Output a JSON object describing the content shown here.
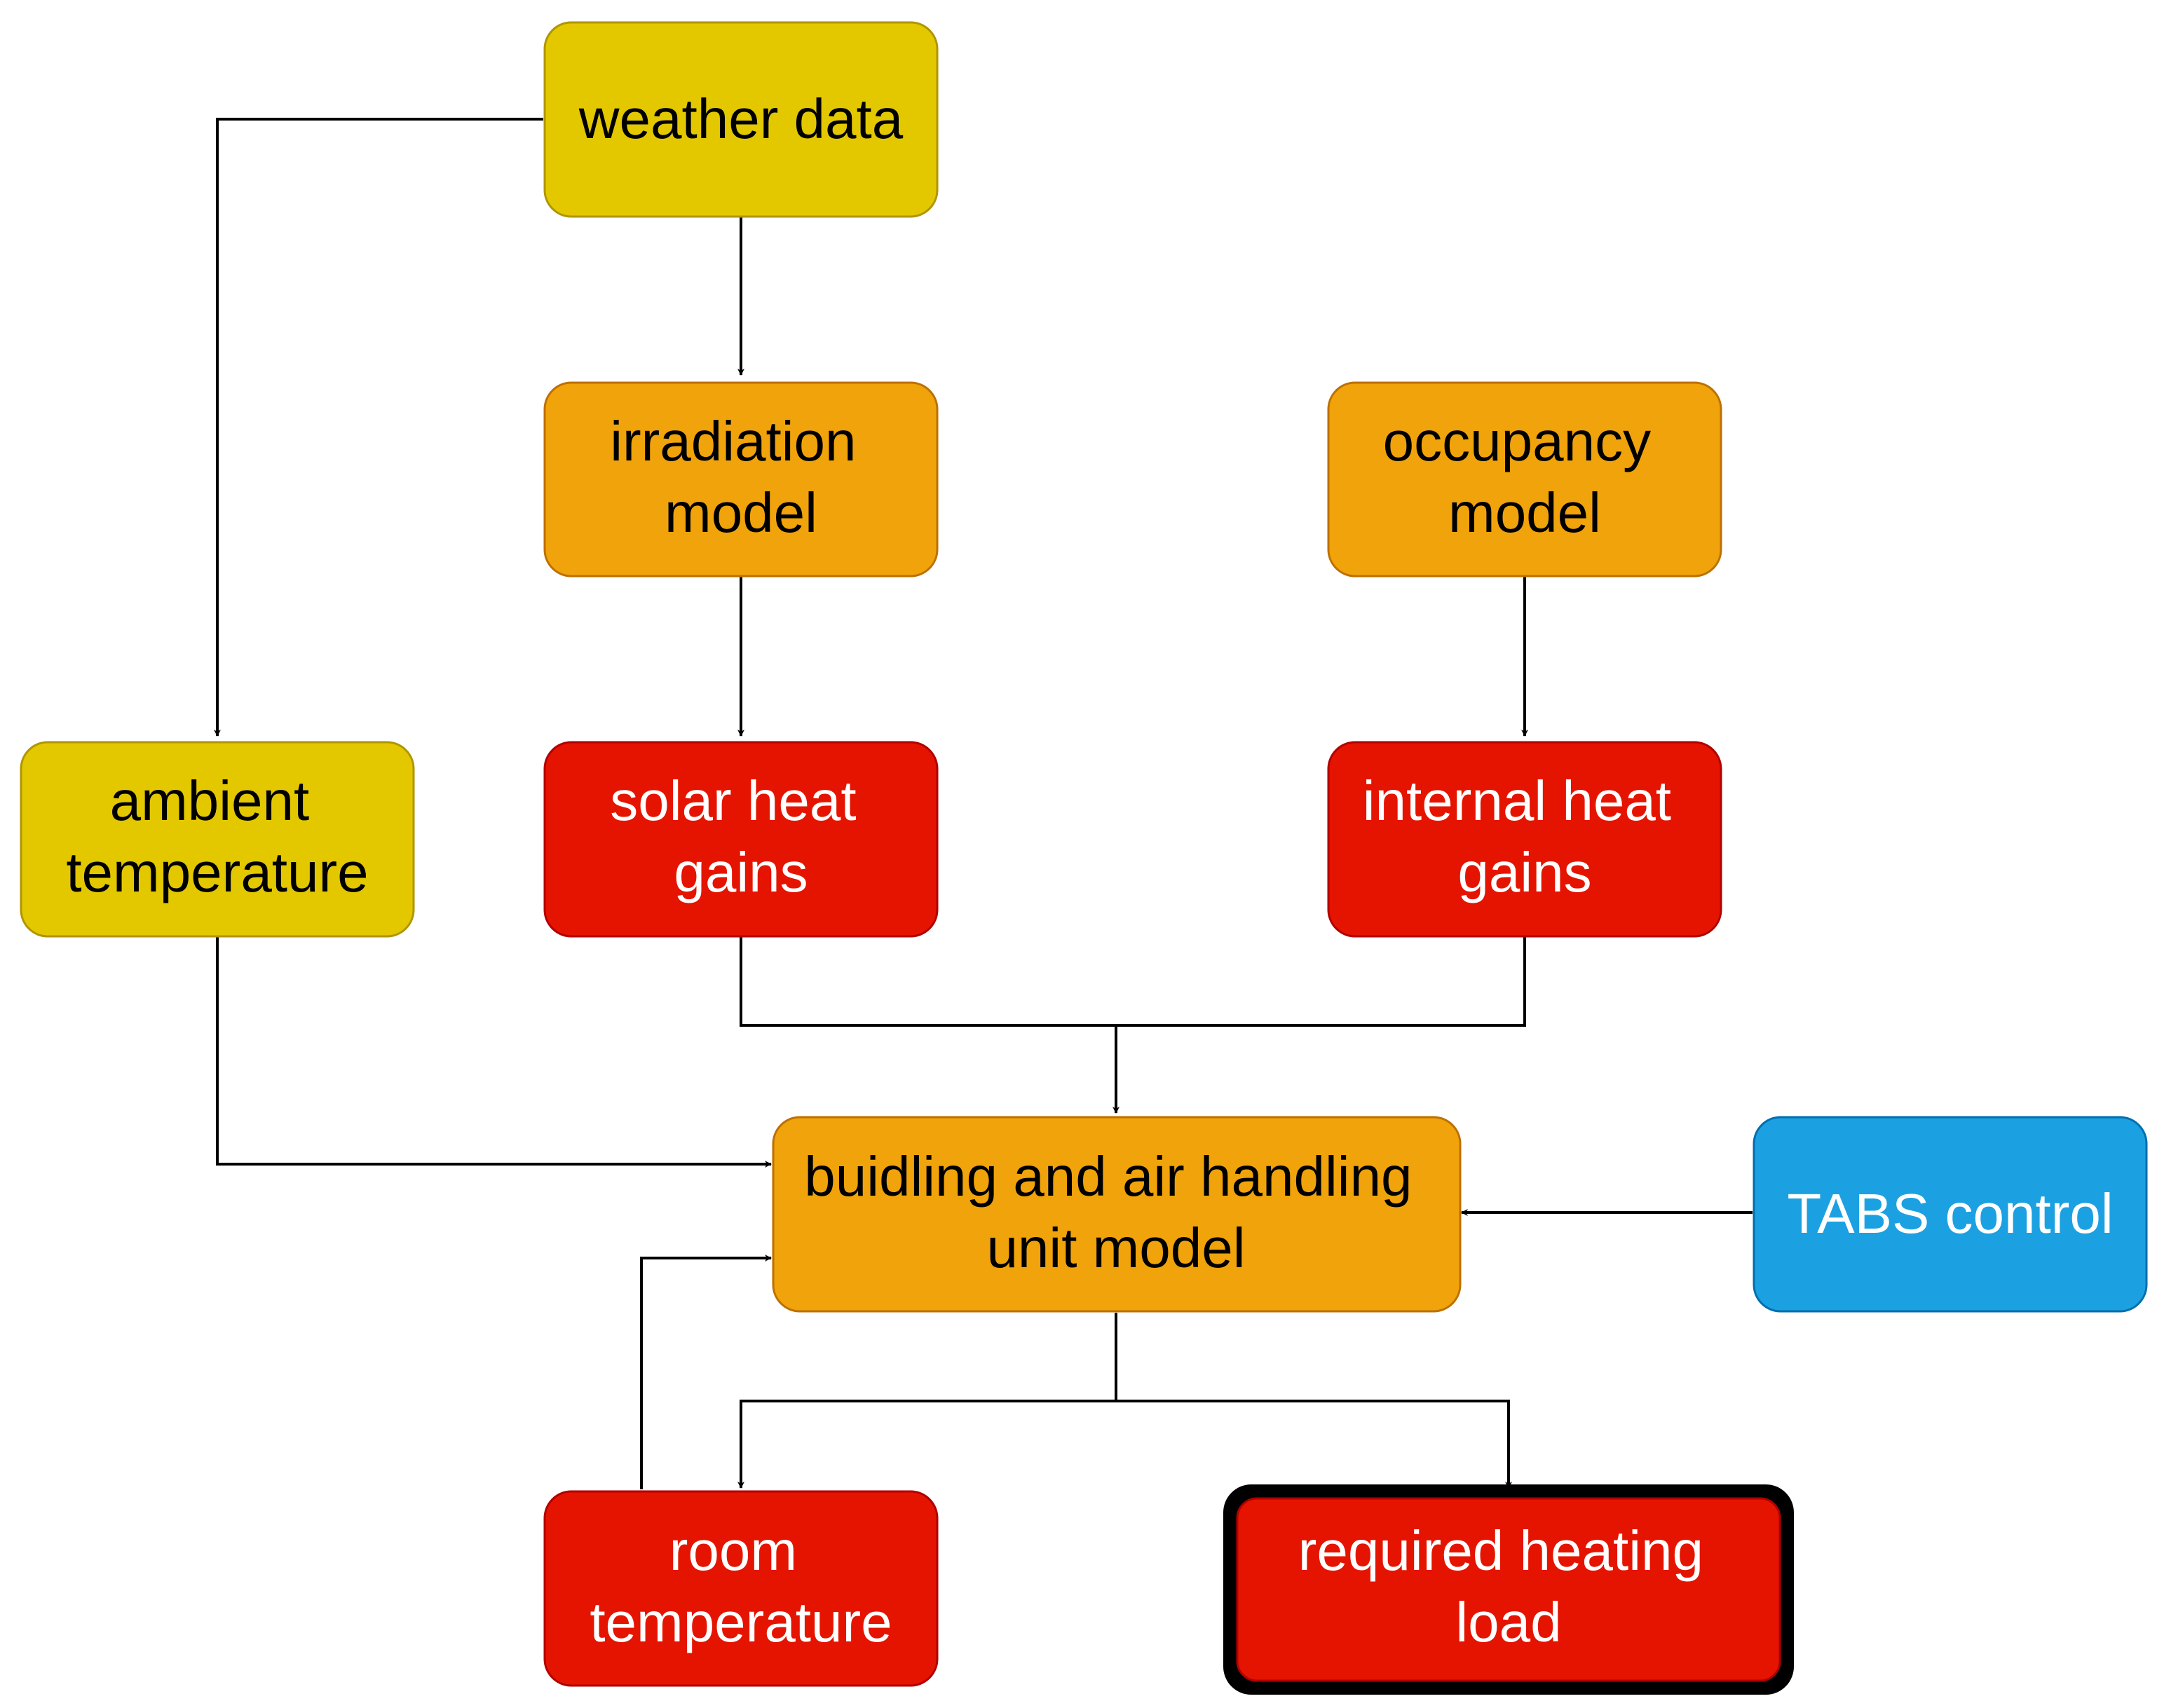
{
  "colors": {
    "yellow_fill": "#e3c800",
    "yellow_stroke": "#b09500",
    "orange_fill": "#f0a30a",
    "orange_stroke": "#bd7000",
    "red_fill": "#e51400",
    "red_stroke": "#b20000",
    "blue_fill": "#1ba1e2",
    "blue_stroke": "#006eaf",
    "text_dark": "#000000",
    "text_light": "#ffffff",
    "edge": "#000000",
    "highlight_border": "#000000"
  },
  "nodes": {
    "weather_data": {
      "lines": [
        "weather data"
      ]
    },
    "irradiation_model": {
      "lines": [
        "irradiation",
        "model"
      ]
    },
    "occupancy_model": {
      "lines": [
        "occupancy",
        "model"
      ]
    },
    "ambient_temperature": {
      "lines": [
        "ambient",
        "temperature"
      ]
    },
    "solar_heat_gains": {
      "lines": [
        "solar heat",
        "gains"
      ]
    },
    "internal_heat_gains": {
      "lines": [
        "internal heat",
        "gains"
      ]
    },
    "building_model": {
      "lines": [
        "buidling and air handling",
        "unit model"
      ]
    },
    "tabs_control": {
      "lines": [
        "TABS control"
      ]
    },
    "room_temperature": {
      "lines": [
        "room",
        "temperature"
      ]
    },
    "required_heating_load": {
      "lines": [
        "required heating",
        "load"
      ]
    }
  },
  "edges": [
    {
      "from": "weather_data",
      "to": "ambient_temperature"
    },
    {
      "from": "weather_data",
      "to": "irradiation_model"
    },
    {
      "from": "irradiation_model",
      "to": "solar_heat_gains"
    },
    {
      "from": "occupancy_model",
      "to": "internal_heat_gains"
    },
    {
      "from": "solar_heat_gains",
      "to": "building_model"
    },
    {
      "from": "internal_heat_gains",
      "to": "building_model"
    },
    {
      "from": "ambient_temperature",
      "to": "building_model"
    },
    {
      "from": "tabs_control",
      "to": "building_model"
    },
    {
      "from": "room_temperature",
      "to": "building_model"
    },
    {
      "from": "building_model",
      "to": "room_temperature"
    },
    {
      "from": "building_model",
      "to": "required_heating_load"
    }
  ]
}
